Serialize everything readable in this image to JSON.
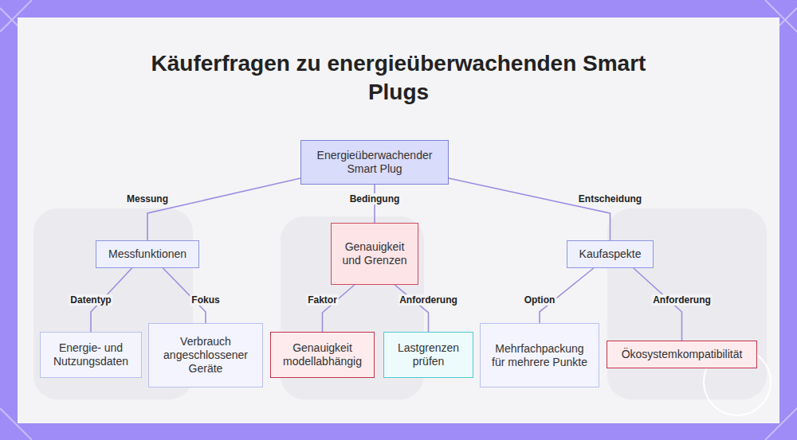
{
  "diagram": {
    "title": "Käuferfragen zu energieüberwachenden Smart Plugs",
    "nodes": [
      {
        "text": [
          "Energieüberwachender Smart Plug"
        ]
      },
      {
        "text": [
          "Messfunktionen"
        ]
      },
      {
        "text": [
          "Genauigkeit und Grenzen"
        ]
      },
      {
        "text": [
          "Kaufaspekte"
        ]
      },
      {
        "text": [
          "Energie- und Nutzungsdaten"
        ]
      },
      {
        "text": [
          "Verbrauch angeschlossener Geräte"
        ]
      },
      {
        "text": [
          "Genauigkeit modellabhängig"
        ]
      },
      {
        "text": [
          "Lastgrenzen prüfen"
        ]
      },
      {
        "text": [
          "Mehrfachpackung für mehrere Punkte"
        ]
      },
      {
        "text": [
          "Ökosystemkompatibilität"
        ]
      }
    ],
    "edges": [
      {
        "from": 0,
        "to": 1,
        "label": "Messung",
        "arrow": "none"
      },
      {
        "from": 0,
        "to": 2,
        "label": "Bedingung",
        "arrow": "none"
      },
      {
        "from": 0,
        "to": 3,
        "label": "Entscheidung",
        "arrow": "none"
      },
      {
        "from": 1,
        "to": 4,
        "label": "Datentyp",
        "arrow": "none"
      },
      {
        "from": 1,
        "to": 5,
        "label": "Fokus",
        "arrow": "none"
      },
      {
        "from": 2,
        "to": 6,
        "label": "Faktor",
        "arrow": "none"
      },
      {
        "from": 2,
        "to": 7,
        "label": "Anforderung",
        "arrow": "none"
      },
      {
        "from": 3,
        "to": 8,
        "label": "Option",
        "arrow": "none"
      },
      {
        "from": 3,
        "to": 9,
        "label": "Anforderung",
        "arrow": "none"
      }
    ]
  }
}
